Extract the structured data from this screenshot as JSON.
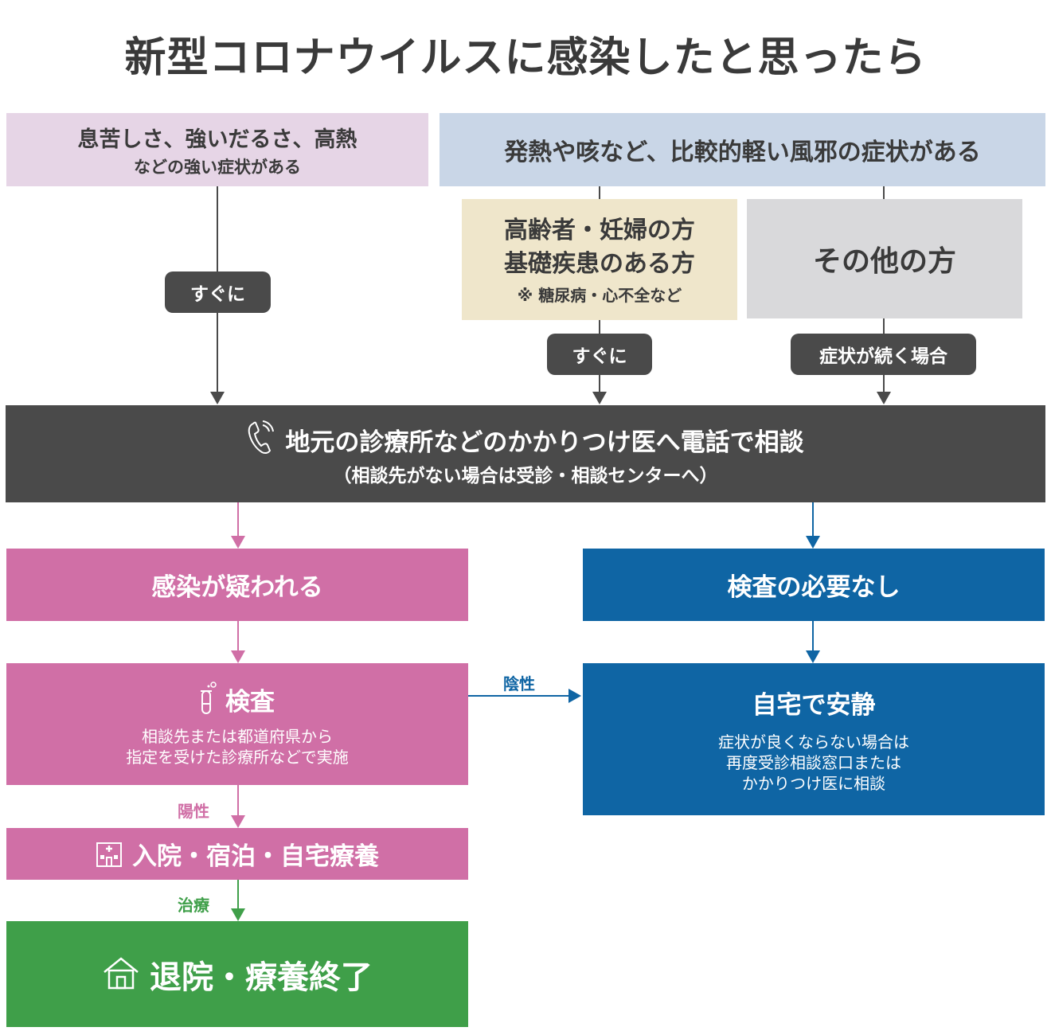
{
  "title": "新型コロナウイルスに感染したと思ったら",
  "severe": {
    "line1": "息苦しさ、強いだるさ、高熱",
    "line2": "などの強い症状がある"
  },
  "mild": {
    "text": "発熱や咳など、比較的軽い風邪の症状がある"
  },
  "elderly": {
    "line1": "高齢者・妊婦の方",
    "line2": "基礎疾患のある方",
    "note": "※ 糖尿病・心不全など"
  },
  "others": {
    "text": "その他の方"
  },
  "pills": {
    "immediately_left": "すぐに",
    "immediately_mid": "すぐに",
    "continue": "症状が続く場合"
  },
  "call": {
    "line1": "地元の診療所などのかかりつけ医へ電話で相談",
    "line2": "（相談先がない場合は受診・相談センターへ）",
    "icon": "phone-icon"
  },
  "suspected": {
    "text": "感染が疑われる"
  },
  "no_test": {
    "text": "検査の必要なし"
  },
  "test": {
    "title": "検査",
    "line1": "相談先または都道府県から",
    "line2": "指定を受けた診療所などで実施",
    "icon": "test-tube-icon"
  },
  "home_rest": {
    "title": "自宅で安静",
    "line1": "症状が良くならない場合は",
    "line2": "再度受診相談窓口または",
    "line3": "かかりつけ医に相談"
  },
  "labels": {
    "negative": "陰性",
    "positive": "陽性",
    "treatment": "治療"
  },
  "hospital": {
    "text": "入院・宿泊・自宅療養",
    "icon": "hospital-icon"
  },
  "discharge": {
    "text": "退院・療養終了",
    "icon": "house-icon"
  },
  "colors": {
    "pink": "#d06fa6",
    "blue": "#0f65a4",
    "green": "#3f9f49",
    "dark": "#4a4a4a"
  }
}
